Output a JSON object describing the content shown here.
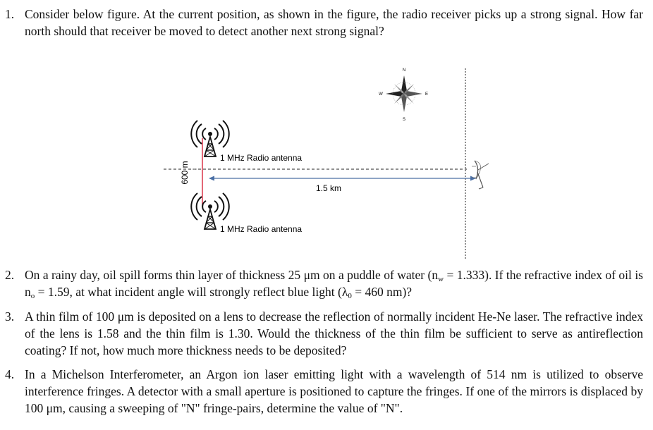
{
  "questions": [
    {
      "number": "1.",
      "text": "Consider below figure. At the current position, as shown in the figure, the radio receiver picks up a strong signal. How far north should that receiver be moved to detect another next strong signal?"
    },
    {
      "number": "2.",
      "text_a": "On a rainy day, oil spill forms thin layer of thickness 25 μm on a puddle of water (n",
      "sub_a": "w",
      "text_b": " = 1.333). If the refractive index of oil is n",
      "sub_b": "o",
      "text_c": " = 1.59, at what incident angle will strongly reflect blue light (λ",
      "sub_c": "0",
      "text_d": " = 460 nm)?"
    },
    {
      "number": "3.",
      "text": "A thin film of 100 μm is deposited on a lens to decrease the reflection of normally incident He-Ne laser. The refractive index of the lens is 1.58 and the thin film is 1.30. Would the thickness of the thin film be sufficient to serve as antireflection coating? If not, how much more thickness needs to be deposited?"
    },
    {
      "number": "4.",
      "text": "In a Michelson Interferometer, an Argon ion laser emitting light with a wavelength of 514 nm is utilized to observe interference fringes. A detector with a small aperture is positioned to capture the fringes. If one of the mirrors is displaced by 100 μm, causing a sweeping of \"N\" fringe-pairs, determine the value of \"N\"."
    }
  ],
  "figure": {
    "antenna_top_label": "1 MHz Radio antenna",
    "antenna_bottom_label": "1 MHz Radio antenna",
    "separation_label": "600 m",
    "distance_label": "1.5 km",
    "compass": {
      "north": "N",
      "south": "S",
      "east": "E",
      "west": "W"
    }
  },
  "colors": {
    "separation_line": "#d0021b",
    "distance_arrow": "#4a6fa5",
    "text": "#111111"
  }
}
